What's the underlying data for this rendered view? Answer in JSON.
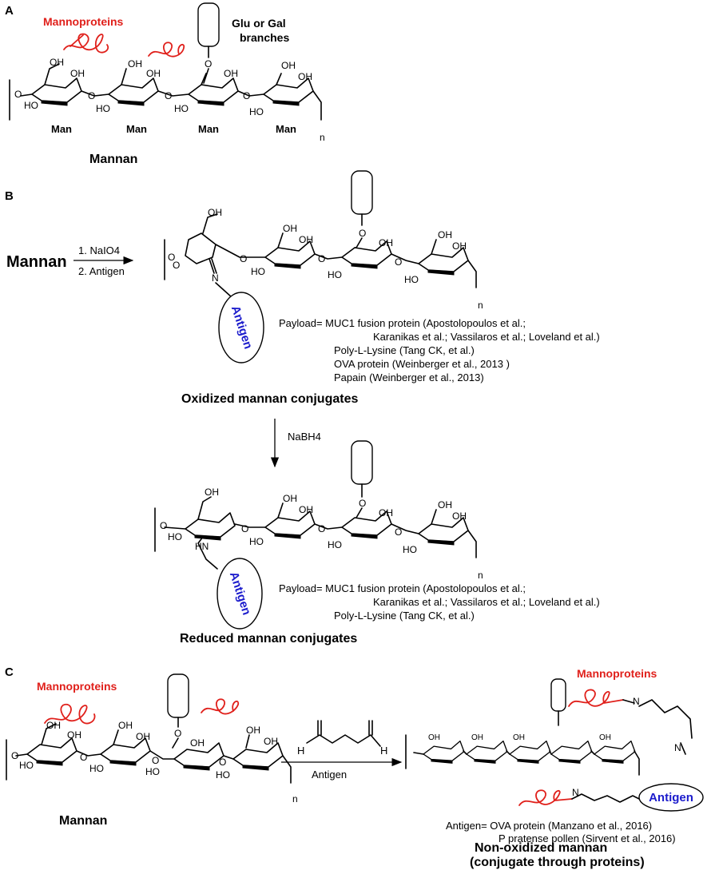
{
  "panel_a": {
    "label": "A",
    "mannoproteins": "Mannoproteins",
    "branch_label_line1": "Glu or Gal",
    "branch_label_line2": "branches",
    "man": "Man",
    "oh": "OH",
    "o": "O",
    "ho": "HO",
    "n": "n",
    "title": "Mannan"
  },
  "panel_b": {
    "label": "B",
    "start": "Mannan",
    "step1": "1. NaIO4",
    "step2": "2. Antigen",
    "antigen": "Antigen",
    "imine_n": "N",
    "payload1_lines": [
      "Payload= MUC1 fusion protein (Apostolopoulos et al.;",
      "Karanikas et al.; Vassilaros et al.; Loveland et al.)",
      "Poly-L-Lysine (Tang CK, et al.)",
      "OVA protein (Weinberger et al., 2013 )",
      "Papain (Weinberger et al., 2013)"
    ],
    "oxidized_title": "Oxidized mannan conjugates",
    "reagent2": "NaBH4",
    "amine": "HN",
    "payload2_lines": [
      "Payload= MUC1 fusion protein (Apostolopoulos et al.;",
      "Karanikas et al.; Vassilaros et al.; Loveland et al.)",
      "Poly-L-Lysine (Tang CK, et al.)"
    ],
    "reduced_title": "Reduced mannan conjugates"
  },
  "panel_c": {
    "label": "C",
    "mannoproteins": "Mannoproteins",
    "h": "H",
    "reagent": "Antigen",
    "start": "Mannan",
    "product_mannoproteins": "Mannoproteins",
    "n": "N",
    "antigen": "Antigen",
    "antigen_lines": [
      "Antigen= OVA protein (Manzano et al., 2016)",
      "P pratense pollen (Sirvent et al., 2016)"
    ],
    "title_line1": "Non-oxidized mannan",
    "title_line2": "(conjugate through proteins)"
  },
  "colors": {
    "red": "#e0201b",
    "blue": "#1b1bcc"
  }
}
